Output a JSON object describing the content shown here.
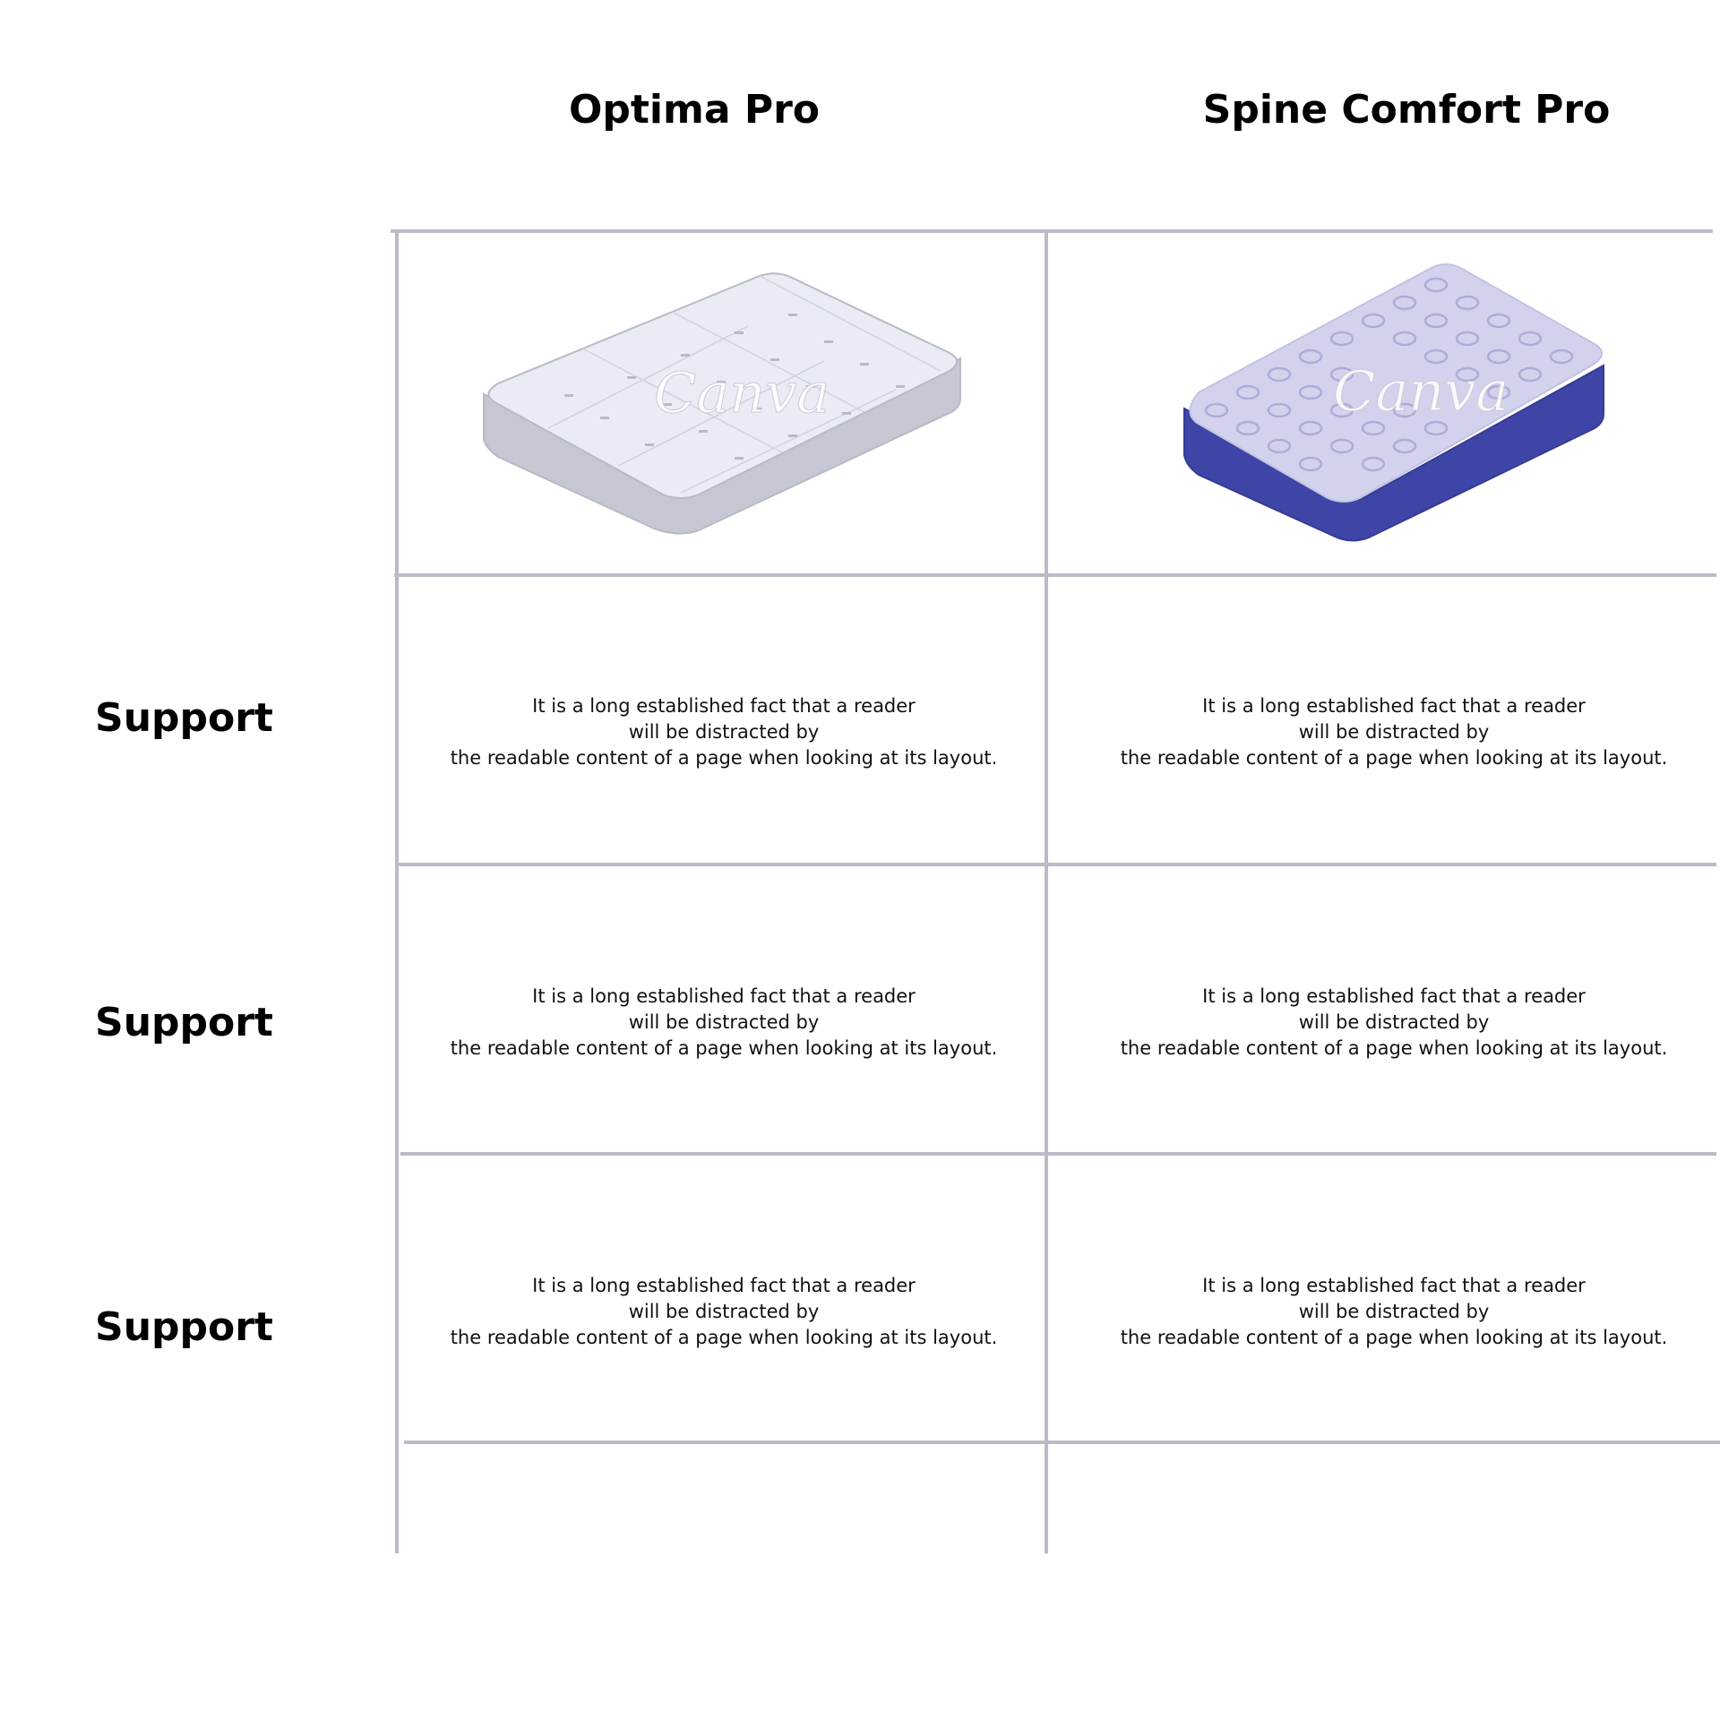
{
  "columns": [
    {
      "title": "Optima Pro"
    },
    {
      "title": "Spine Comfort Pro"
    }
  ],
  "images": {
    "watermark": "Canva",
    "mattress_a": {
      "name": "white-quilted-mattress-image",
      "colors": {
        "top": "#e9ecf4",
        "side": "#c5c8d2",
        "outline": "#b8bbc6"
      }
    },
    "mattress_b": {
      "name": "purple-dimpled-mattress-image",
      "colors": {
        "top": "#d3d2ec",
        "side": "#3f45a6",
        "bumps": "#b3b1dc"
      }
    }
  },
  "rows": [
    {
      "label": "Support",
      "cells": [
        {
          "line1": "It is a long established fact that a reader",
          "line2": "will be distracted by",
          "line3": "the readable content of a page when looking at its layout."
        },
        {
          "line1": "It is a long established fact that a reader",
          "line2": "will be distracted by",
          "line3": "the readable content of a page when looking at its layout."
        }
      ]
    },
    {
      "label": "Support",
      "cells": [
        {
          "line1": "It is a long established fact that a reader",
          "line2": "will be distracted by",
          "line3": "the readable content of a page when looking at its layout."
        },
        {
          "line1": "It is a long established fact that a reader",
          "line2": "will be distracted by",
          "line3": "the readable content of a page when looking at its layout."
        }
      ]
    },
    {
      "label": "Support",
      "cells": [
        {
          "line1": "It is a long established fact that a reader",
          "line2": "will be distracted by",
          "line3": "the readable content of a page when looking at its layout."
        },
        {
          "line1": "It is a long established fact that a reader",
          "line2": "will be distracted by",
          "line3": "the readable content of a page when looking at its layout."
        }
      ]
    }
  ],
  "theme": {
    "grid_line": "#b9bcc6",
    "text": "#000000",
    "background": "#ffffff"
  }
}
